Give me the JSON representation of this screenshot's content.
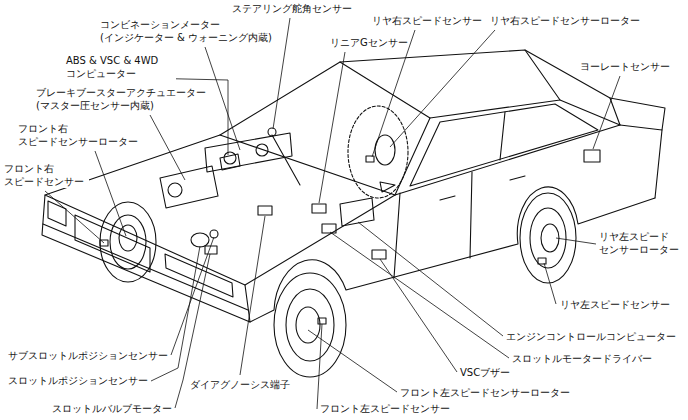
{
  "diagram": {
    "labels": [
      "ステアリング舵角センサー",
      "リヤ右スピードセンサー",
      "リヤ右スピードセンサーローター",
      "コンビネーションメーター (インジケーター & ウォーニング内蔵)",
      "リニアGセンサー",
      "ヨーレートセンサー",
      "ABS & VSC & 4WD コンピューター",
      "ブレーキブースターアクチュエーター (マスター圧センサー内蔵)",
      "フロント右 スピードセンサーローター",
      "フロント右 スピードセンサー",
      "リヤ左スピード センサーローター",
      "リヤ左スピードセンサー",
      "エンジンコントロールコンピューター",
      "スロットルモータードライバー",
      "VSCブザー",
      "サブスロットルポジションセンサー",
      "スロットルポジションセンサー",
      "ダイアグノーシス端子",
      "フロント左スピードセンサーローター",
      "スロットルバルブモーター",
      "フロント左スピードセンサー"
    ]
  }
}
